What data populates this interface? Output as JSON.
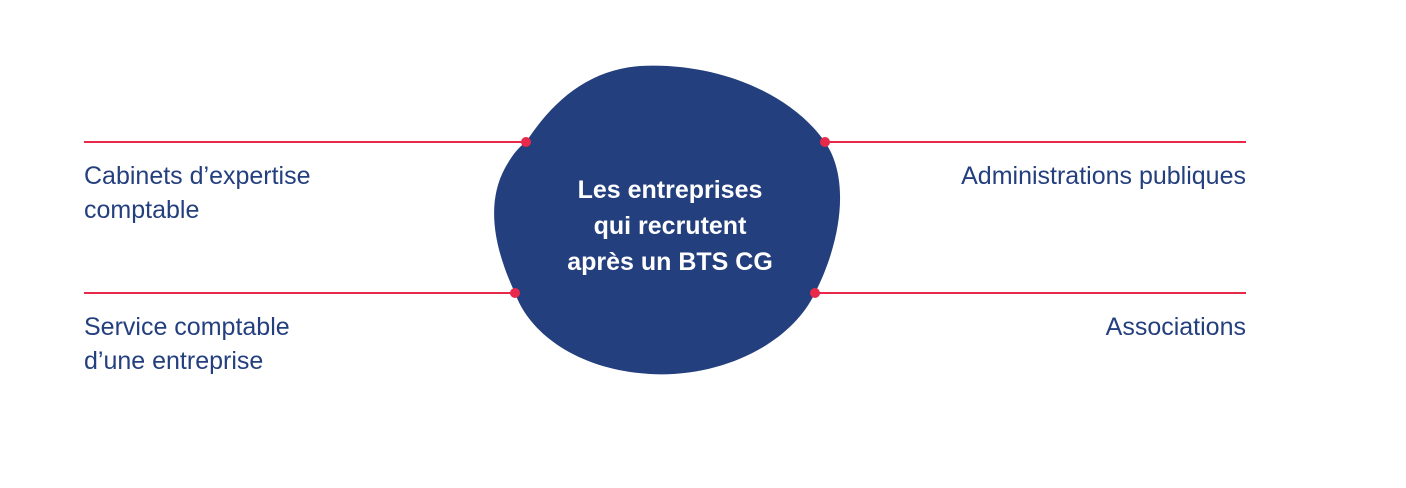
{
  "colors": {
    "blob": "#243f7e",
    "line": "#e8294a",
    "text": "#243f7e",
    "center_text": "#ffffff"
  },
  "center": {
    "lines": [
      "Les entreprises",
      "qui recrutent",
      "après un BTS CG"
    ]
  },
  "branches": {
    "top_left": [
      "Cabinets d’expertise",
      "comptable"
    ],
    "bottom_left": [
      "Service comptable",
      "d’une entreprise"
    ],
    "top_right": [
      "Administrations publiques"
    ],
    "bottom_right": [
      "Associations"
    ]
  }
}
